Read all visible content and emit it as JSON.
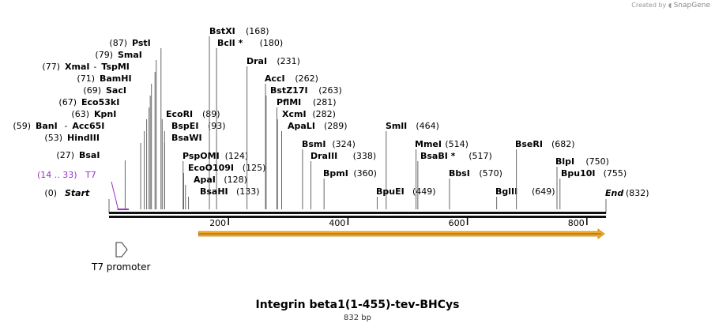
{
  "credit": {
    "prefix": "Created by",
    "brand": "SnapGene"
  },
  "map": {
    "title": "Integrin beta1(1-455)-tev-BHCys",
    "length_label": "832 bp",
    "length_bp": 832,
    "colors": {
      "backbone": "#111111",
      "feature_arrow": "#f5a623",
      "primer": "#9b30c8",
      "line": "#666666"
    }
  },
  "sites": [
    {
      "pos": "(87)",
      "name": "PstI",
      "bp": 87
    },
    {
      "pos": "(79)",
      "name": "SmaI",
      "bp": 79
    },
    {
      "pos": "(77)",
      "name": "XmaI",
      "iso": "TspMI",
      "bp": 77
    },
    {
      "pos": "(71)",
      "name": "BamHI",
      "bp": 71
    },
    {
      "pos": "(69)",
      "name": "SacI",
      "bp": 69
    },
    {
      "pos": "(67)",
      "name": "Eco53kI",
      "bp": 67
    },
    {
      "pos": "(63)",
      "name": "KpnI",
      "bp": 63
    },
    {
      "pos": "(59)",
      "name": "BanI",
      "iso": "Acc65I",
      "bp": 59
    },
    {
      "pos": "(53)",
      "name": "HindIII",
      "bp": 53
    },
    {
      "pos": "(27)",
      "name": "BsaI",
      "bp": 27
    },
    {
      "pos": "(89)",
      "name": "EcoRI",
      "bp": 89
    },
    {
      "pos": "(93)",
      "name": "BspEI",
      "bp": 93
    },
    {
      "pos": "",
      "name": "BsaWI",
      "bp": 93
    },
    {
      "pos": "(168)",
      "name": "BstXI",
      "bp": 168
    },
    {
      "pos": "(180)",
      "name": "BclI *",
      "bp": 180
    },
    {
      "pos": "(124)",
      "name": "PspOMI",
      "bp": 124
    },
    {
      "pos": "(125)",
      "name": "EcoO109I",
      "bp": 125
    },
    {
      "pos": "(128)",
      "name": "ApaI",
      "bp": 128
    },
    {
      "pos": "(133)",
      "name": "BsaHI",
      "bp": 133
    },
    {
      "pos": "(231)",
      "name": "DraI",
      "bp": 231
    },
    {
      "pos": "(262)",
      "name": "AccI",
      "bp": 262
    },
    {
      "pos": "(263)",
      "name": "BstZ17I",
      "bp": 263
    },
    {
      "pos": "(281)",
      "name": "PflMI",
      "bp": 281
    },
    {
      "pos": "(282)",
      "name": "XcmI",
      "bp": 282
    },
    {
      "pos": "(289)",
      "name": "ApaLI",
      "bp": 289
    },
    {
      "pos": "(324)",
      "name": "BsmI",
      "bp": 324
    },
    {
      "pos": "(338)",
      "name": "DraIII",
      "bp": 338
    },
    {
      "pos": "(360)",
      "name": "BpmI",
      "bp": 360
    },
    {
      "pos": "(464)",
      "name": "SmlI",
      "bp": 464
    },
    {
      "pos": "(449)",
      "name": "BpuEI",
      "bp": 449
    },
    {
      "pos": "(514)",
      "name": "MmeI",
      "bp": 514
    },
    {
      "pos": "(517)",
      "name": "BsaBI *",
      "bp": 517
    },
    {
      "pos": "(570)",
      "name": "BbsI",
      "bp": 570
    },
    {
      "pos": "(649)",
      "name": "BglII",
      "bp": 649
    },
    {
      "pos": "(682)",
      "name": "BseRI",
      "bp": 682
    },
    {
      "pos": "(750)",
      "name": "BlpI",
      "bp": 750
    },
    {
      "pos": "(755)",
      "name": "Bpu10I",
      "bp": 755
    }
  ],
  "ends": [
    {
      "pos": "(0)",
      "name": "Start",
      "bp": 0
    },
    {
      "pos": "(832)",
      "name": "End",
      "bp": 832
    }
  ],
  "primer": {
    "range": "(14 .. 33)",
    "name": "T7",
    "start": 14,
    "end": 33
  },
  "ruler": {
    "ticks": [
      200,
      400,
      600,
      800
    ]
  },
  "features": [
    {
      "name": "T7 promoter",
      "start": 12,
      "end": 30,
      "kind": "promoter"
    },
    {
      "name": "",
      "start": 150,
      "end": 832,
      "kind": "cds"
    }
  ]
}
